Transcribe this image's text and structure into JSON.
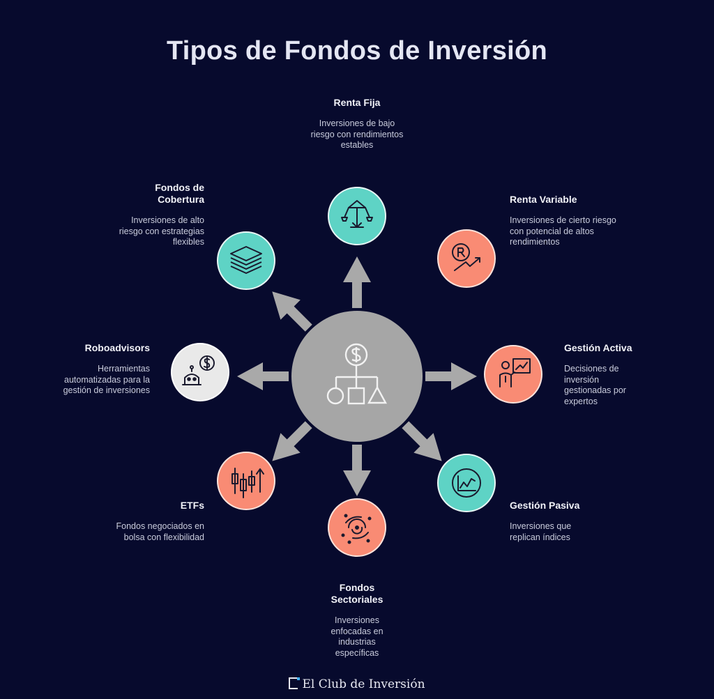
{
  "title": "Tipos de Fondos de Inversión",
  "brand": "El Club de Inversión",
  "nodes": {
    "renta_fija": {
      "heading": "Renta Fija",
      "desc": "Inversiones de bajo riesgo con rendimientos estables"
    },
    "renta_variable": {
      "heading": "Renta Variable",
      "desc": "Inversiones de cierto riesgo con potencial de altos rendimientos"
    },
    "gestion_activa": {
      "heading": "Gestión Activa",
      "desc": "Decisiones de inversión gestionadas por expertos"
    },
    "gestion_pasiva": {
      "heading": "Gestión Pasiva",
      "desc": "Inversiones que replican índices"
    },
    "fondos_sectoriales": {
      "heading": "Fondos Sectoriales",
      "desc": "Inversiones enfocadas en industrias específicas"
    },
    "etfs": {
      "heading": "ETFs",
      "desc": "Fondos negociados en bolsa con flexibilidad"
    },
    "roboadvisors": {
      "heading": "Roboadvisors",
      "desc": "Herramientas automatizadas para la gestión de inversiones"
    },
    "fondos_cobertura": {
      "heading": "Fondos de Cobertura",
      "desc": "Inversiones de alto riesgo con estrategias flexibles"
    }
  },
  "colors": {
    "background": "#070a2d",
    "hub": "#a6a6a6",
    "arrow": "#a9a9a9",
    "teal": "#5ed3c5",
    "salmon": "#f98b74",
    "light": "#e9e9e9"
  },
  "icons": {
    "renta_fija": "balance-scale-icon",
    "renta_variable": "coin-growth-icon",
    "gestion_activa": "presenter-chart-icon",
    "gestion_pasiva": "line-chart-icon",
    "fondos_sectoriales": "galaxy-icon",
    "etfs": "candlestick-icon",
    "roboadvisors": "robot-dollar-icon",
    "fondos_cobertura": "layers-icon",
    "hub": "dollar-hierarchy-icon"
  }
}
